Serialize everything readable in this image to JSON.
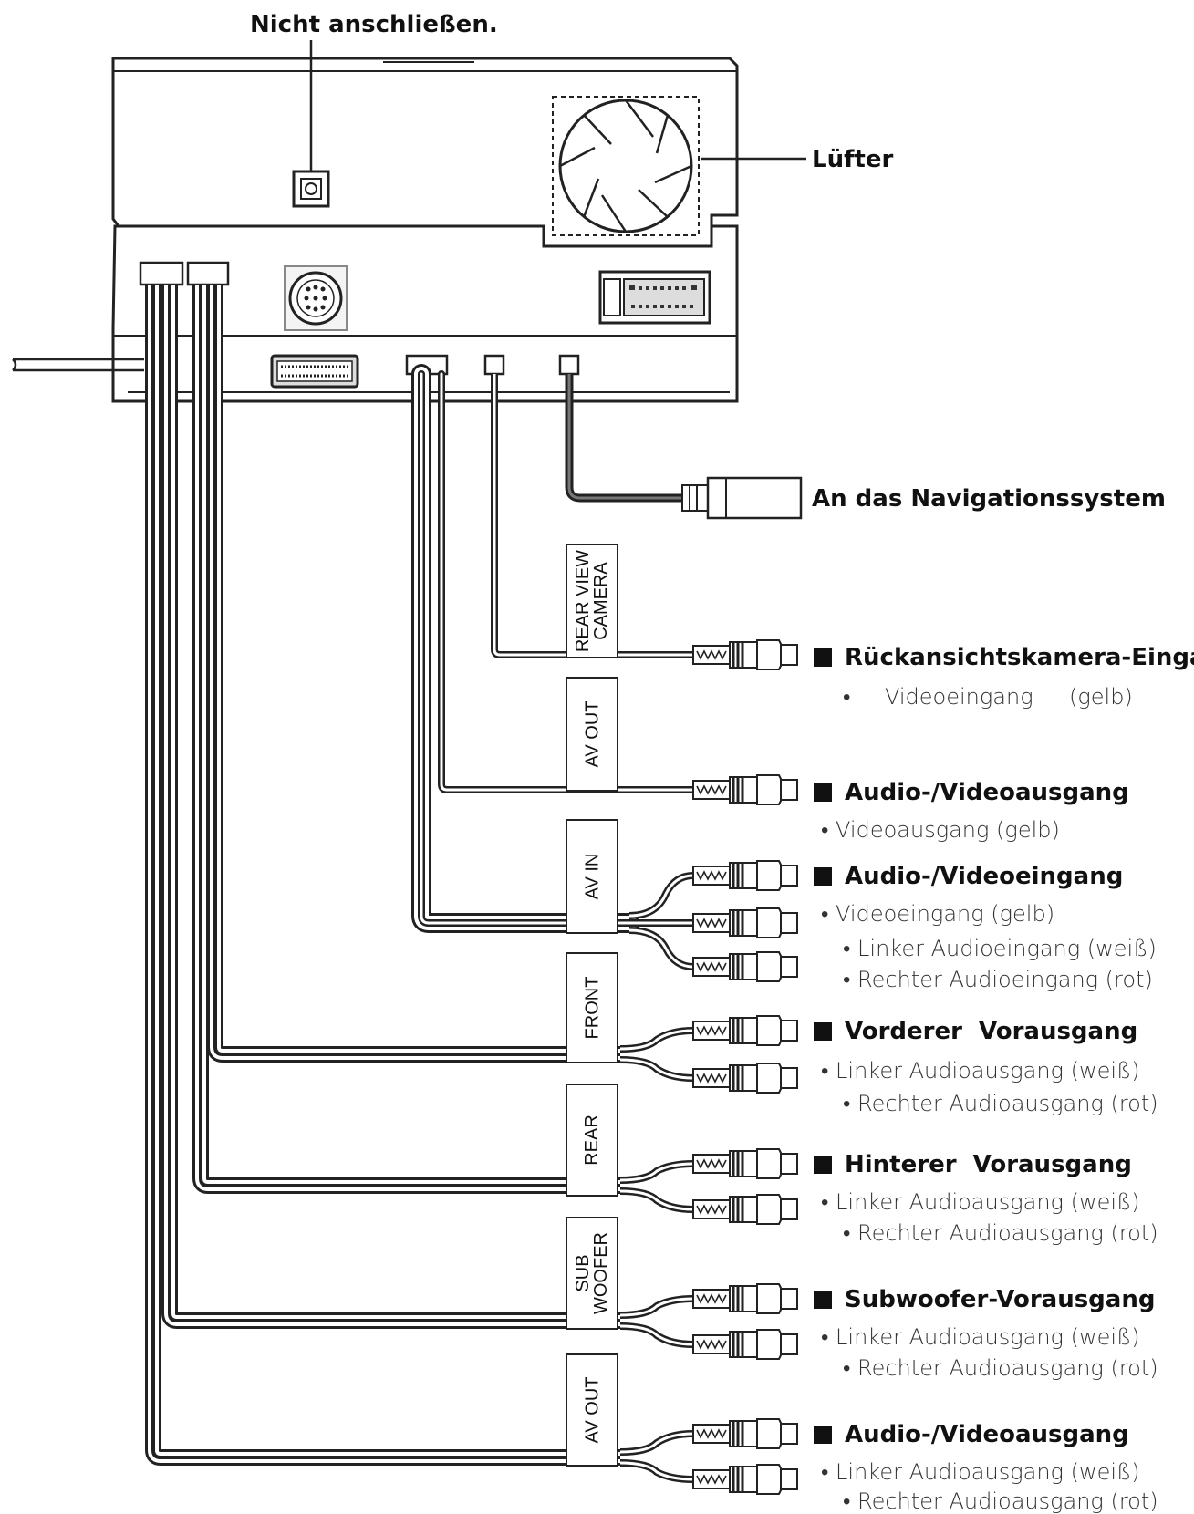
{
  "top_labels": {
    "no_connect": "Nicht anschließen.",
    "fan": "Lüfter",
    "navigation": "An das Navigationssystem"
  },
  "plug_labels": {
    "rear_view_camera": "REAR VIEW\nCAMERA",
    "av_out_1": "AV OUT",
    "av_in": "AV IN",
    "front": "FRONT",
    "rear": "REAR",
    "sub_woofer": "SUB\nWOOFER",
    "av_out_2": "AV OUT"
  },
  "groups": {
    "rear_camera": {
      "title": "Rückansichtskamera-Eingang",
      "items": [
        "•",
        "Videoeingang",
        "(gelb)"
      ]
    },
    "av_out_1": {
      "title": "Audio-/Videoausgang",
      "items": [
        "• Videoausgang (gelb)"
      ]
    },
    "av_in": {
      "title": "Audio-/Videoeingang",
      "items": [
        "• Videoeingang (gelb)",
        "• Linker Audioeingang (weiß)",
        "• Rechter Audioeingang (rot)"
      ]
    },
    "front": {
      "title": "Vorderer  Vorausgang",
      "items": [
        "• Linker Audioausgang (weiß)",
        "• Rechter Audioausgang (rot)"
      ]
    },
    "rear": {
      "title": "Hinterer  Vorausgang",
      "items": [
        "• Linker Audioausgang (weiß)",
        "• Rechter Audioausgang (rot)"
      ]
    },
    "subwoofer": {
      "title": "Subwoofer-Vorausgang",
      "items": [
        "• Linker Audioausgang (weiß)",
        "• Rechter Audioausgang (rot)"
      ]
    },
    "av_out_2": {
      "title": "Audio-/Videoausgang",
      "items": [
        "• Linker Audioausgang (weiß)",
        "• Rechter Audioausgang (rot)"
      ]
    }
  }
}
